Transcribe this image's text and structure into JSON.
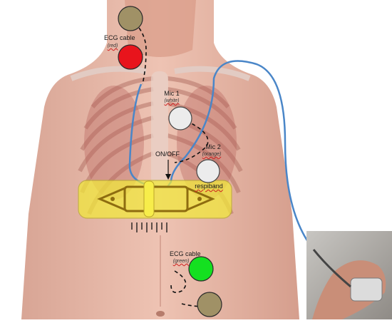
{
  "labels": {
    "ecg_top": "ECG cable",
    "ecg_top_color": "(red)",
    "mic1": "Mic 1",
    "mic1_color": "(white)",
    "mic2": "Mic 2",
    "mic2_color": "(orange)",
    "onoff": "ON/OFF",
    "respiband": "respiband",
    "ecg_bottom": "ECG cable",
    "ecg_bottom_color": "(green)"
  },
  "colors": {
    "background": "#ffffff",
    "ecg_red": "#e8141c",
    "ecg_green": "#14e020",
    "mic_white": "#ececec",
    "electrode_khaki": "#a09166",
    "respiband_yellow": "#f2ea3a",
    "cable_blue": "#4a86c8",
    "skin": "#e6b8a6"
  },
  "icons": {
    "arrow": "down-arrow-icon"
  }
}
